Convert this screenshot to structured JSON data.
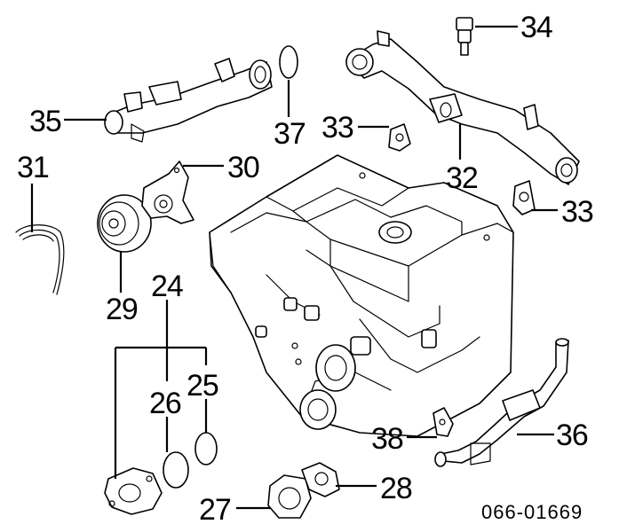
{
  "diagram_code": "066-01669",
  "callouts": {
    "c24": "24",
    "c25": "25",
    "c26": "26",
    "c27": "27",
    "c28": "28",
    "c29": "29",
    "c30": "30",
    "c31": "31",
    "c32": "32",
    "c33a": "33",
    "c33b": "33",
    "c34": "34",
    "c35": "35",
    "c36": "36",
    "c37": "37",
    "c38": "38"
  }
}
